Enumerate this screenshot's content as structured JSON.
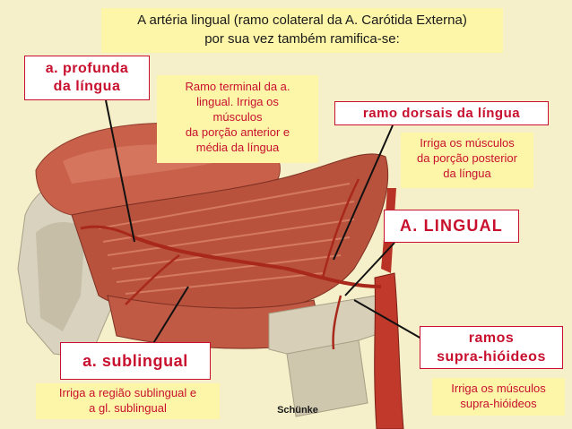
{
  "title": {
    "line1": "A artéria lingual (ramo colateral da A. Carótida Externa)",
    "line2": "por sua vez também ramifica-se:"
  },
  "labels": {
    "profunda_line1": "a.  profunda",
    "profunda_line2": "da língua",
    "dorsais": "ramo dorsais da língua",
    "lingual": "A. LINGUAL",
    "supra_line1": "ramos",
    "supra_line2": "supra-hióideos",
    "sublingual": "a. sublingual"
  },
  "notes": {
    "ramo_terminal": [
      "Ramo terminal da a.",
      "lingual. Irriga os",
      "músculos",
      "da porção anterior e",
      "média da língua"
    ],
    "dorsais": [
      "Irriga os músculos",
      "da porção posterior",
      "da língua"
    ],
    "supra": [
      "Irriga os músculos",
      "supra-hióideos"
    ],
    "sublingual": [
      "Irriga a região sublingual e",
      "a gl. sublingual"
    ]
  },
  "credit": "Schünke",
  "colors": {
    "label_red": "#c8102e",
    "note_yellow": "#fdf6a8",
    "background": "#f5f0c9",
    "muscle": "#c8604a",
    "artery": "#c0392b"
  }
}
